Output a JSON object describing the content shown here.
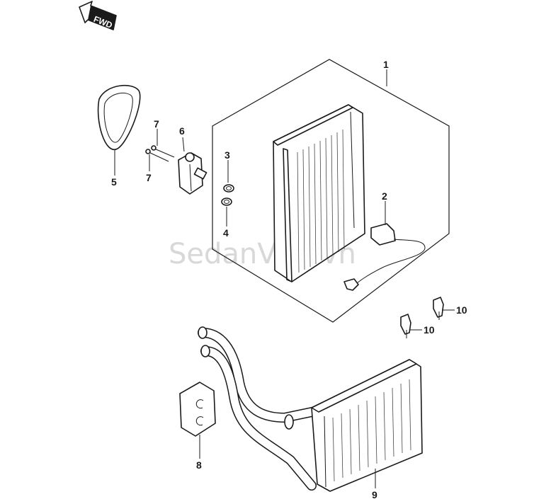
{
  "direction_label": "FWD",
  "watermark": "SedanViet.vn",
  "callouts": {
    "c1": "1",
    "c2": "2",
    "c3": "3",
    "c4": "4",
    "c5": "5",
    "c6": "6",
    "c7a": "7",
    "c7b": "7",
    "c8": "8",
    "c9": "9",
    "c10a": "10",
    "c10b": "10"
  }
}
